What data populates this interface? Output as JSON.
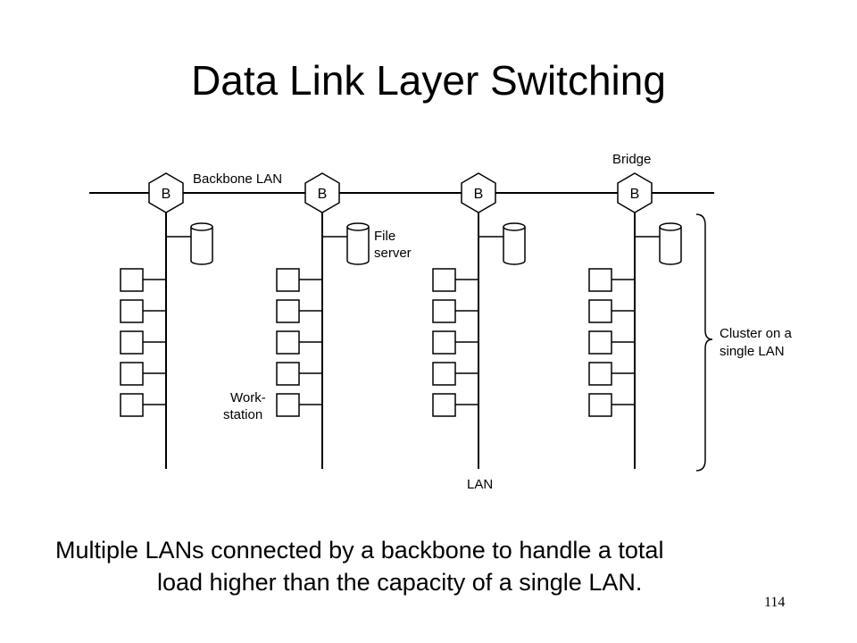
{
  "slide": {
    "title": "Data Link Layer Switching",
    "caption_line1": "Multiple LANs connected by a backbone to handle a total",
    "caption_line2": "load higher than the capacity of a single LAN.",
    "page_number": "114"
  },
  "diagram": {
    "backbone_label": "Backbone LAN",
    "bridge_label": "Bridge",
    "bridge_node_label": "B",
    "file_server_label": [
      "File",
      "server"
    ],
    "workstation_label": [
      "Work-",
      "station"
    ],
    "lan_label": "LAN",
    "cluster_label": [
      "Cluster on a",
      "single LAN"
    ]
  }
}
